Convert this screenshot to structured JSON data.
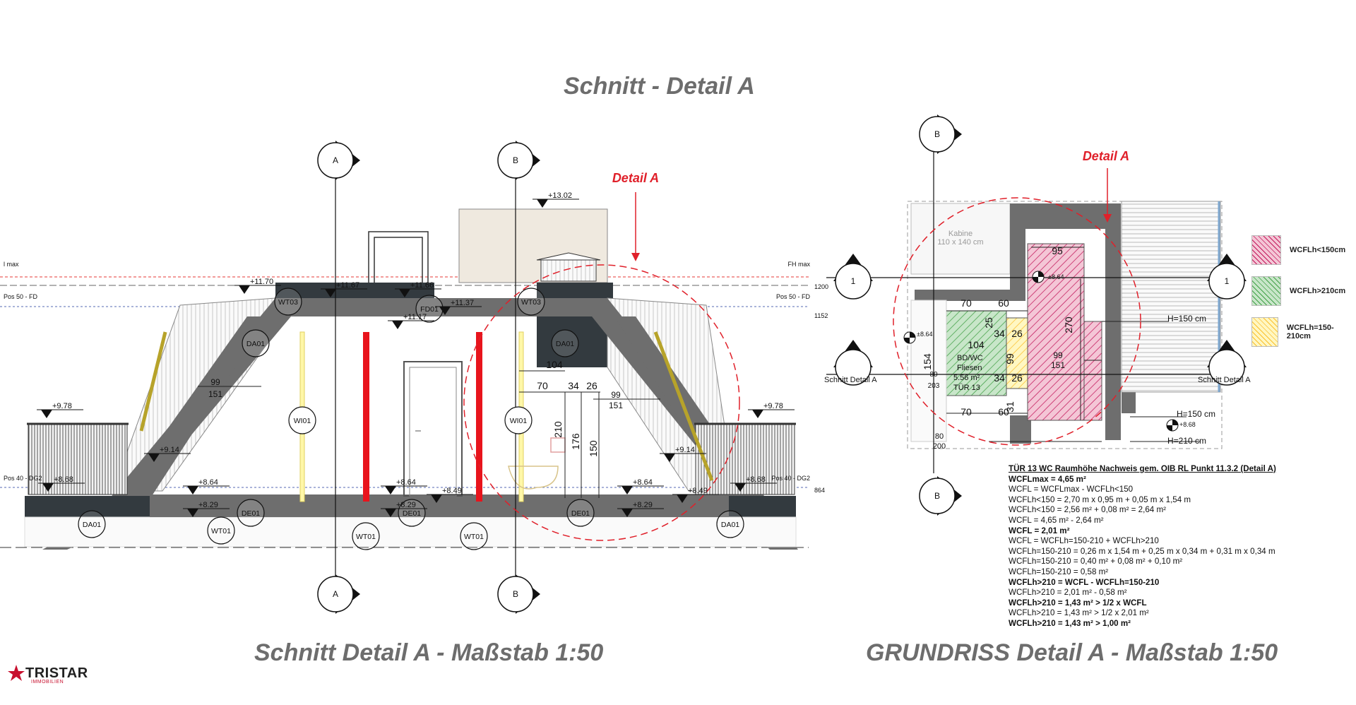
{
  "titles": {
    "top": "Schnitt - Detail A",
    "section": "Schnitt Detail A - Maßstab 1:50",
    "plan": "GRUNDRISS Detail A - Maßstab 1:50"
  },
  "detail_marker": "Detail A",
  "axis_markers": {
    "a": "A",
    "b": "B",
    "one": "1"
  },
  "section_labels": {
    "fh_max_left": "l max",
    "fh_max_right": "FH max",
    "pos50_left": "Pos 50 - FD",
    "pos50_right": "Pos 50 - FD",
    "pos40_left": "Pos 40 - DG2",
    "pos40_right": "Pos 40 - DG2",
    "dim_1200": "1200",
    "dim_1152": "1152",
    "dim_864": "864",
    "lvl_1302": "+13.02",
    "lvl_1170": "+11.70",
    "lvl_1167": "+11.67",
    "lvl_1166": "+11.66",
    "lvl_1137": "+11.37",
    "lvl_1117": "+11.17",
    "lvl_978": "+9.78",
    "lvl_914": "+9.14",
    "lvl_868": "+8.68",
    "lvl_864": "+8.64",
    "lvl_849": "+8.49",
    "lvl_829": "+8.29",
    "wt03": "WT03",
    "fd01": "FD01",
    "da01": "DA01",
    "wi01": "WI01",
    "de01": "DE01",
    "wt01": "WT01",
    "d99": "99",
    "d151": "151",
    "d104": "104",
    "d70": "70",
    "d34": "34",
    "d26": "26",
    "d210": "210",
    "d176": "176",
    "d150": "150"
  },
  "plan_labels": {
    "kabine": "Kabine",
    "kabine_size": "110 x 140 cm",
    "d95": "95",
    "d70": "70",
    "d60": "60",
    "d25": "25",
    "d34": "34",
    "d26": "26",
    "d270": "270",
    "d104": "104",
    "d154": "154",
    "d99": "99",
    "d151": "151",
    "d31": "31",
    "d80": "80",
    "d200": "200",
    "d203": "203",
    "lvl_864": "±8.64",
    "lvl_868": "+8.68",
    "room": "BD/WC",
    "floor": "Fliesen",
    "area": "5.56 m²",
    "door": "TÜR 13",
    "h150": "H=150 cm",
    "h210": "H=210 cm",
    "schnitt_left": "Schnitt Detail A",
    "schnitt_right": "Schnitt Detail A"
  },
  "legend": [
    {
      "label": "WCFLh<150cm",
      "color": "#c2185b"
    },
    {
      "label": "WCFLh>210cm",
      "color": "#43a047"
    },
    {
      "label": "WCFLh=150-210cm",
      "color": "#fbc02d"
    }
  ],
  "calc": [
    {
      "text": "TÜR 13 WC Raumhöhe Nachweis gem. OIB RL Punkt 11.3.2 (Detail A)",
      "style": "hd"
    },
    {
      "text": "WCFLmax = 4,65 m²",
      "style": "b"
    },
    {
      "text": "WCFL = WCFLmax - WCFLh<150",
      "style": ""
    },
    {
      "text": "WCFLh<150 = 2,70 m x 0,95 m + 0,05 m x 1,54 m",
      "style": ""
    },
    {
      "text": "WCFLh<150 = 2,56 m² + 0,08 m² = 2,64 m²",
      "style": ""
    },
    {
      "text": "WCFL = 4,65 m² - 2,64 m²",
      "style": ""
    },
    {
      "text": "WCFL = 2,01 m²",
      "style": "b"
    },
    {
      "text": "WCFL = WCFLh=150-210 + WCFLh>210",
      "style": ""
    },
    {
      "text": "WCFLh=150-210 = 0,26 m x 1,54 m + 0,25 m x 0,34 m + 0,31 m x 0,34 m",
      "style": ""
    },
    {
      "text": "WCFLh=150-210 = 0,40 m² + 0,08 m² + 0,10 m²",
      "style": ""
    },
    {
      "text": "WCFLh=150-210 = 0,58 m²",
      "style": ""
    },
    {
      "text": "WCFLh>210 = WCFL - WCFLh=150-210",
      "style": "b"
    },
    {
      "text": "WCFLh>210 = 2,01 m² - 0,58 m²",
      "style": ""
    },
    {
      "text": "WCFLh>210 = 1,43 m² > 1/2 x WCFL",
      "style": "b"
    },
    {
      "text": "WCFLh>210 = 1,43 m² > 1/2 x 2,01 m²",
      "style": ""
    },
    {
      "text": "WCFLh>210 = 1,43 m² > 1,00 m²",
      "style": "b"
    }
  ],
  "logo": {
    "name": "TRISTAR",
    "sub": "IMMOBILIEN",
    "star_color": "#c8102e"
  },
  "colors": {
    "title": "#6d6d6d",
    "structure": "#6e6e6e",
    "dark": "#333a3f",
    "red": "#e8141c",
    "detail": "#e0202a",
    "beige": "#efe9df"
  }
}
